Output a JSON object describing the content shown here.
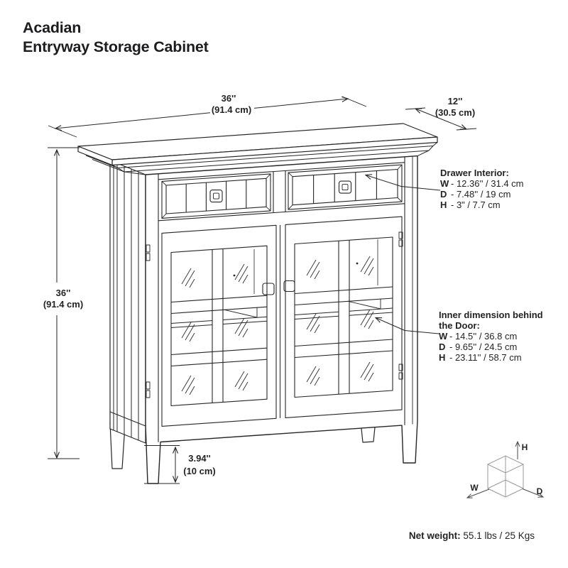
{
  "title": {
    "line1": "Acadian",
    "line2": "Entryway Storage Cabinet"
  },
  "dimensions": {
    "width": {
      "inches": "36''",
      "cm": "(91.4 cm)"
    },
    "depth": {
      "inches": "12''",
      "cm": "(30.5 cm)"
    },
    "height": {
      "inches": "36''",
      "cm": "(91.4 cm)"
    },
    "leg": {
      "inches": "3.94''",
      "cm": "(10 cm)"
    }
  },
  "callouts": {
    "drawer": {
      "heading": "Drawer Interior:",
      "rows": [
        {
          "k": "W",
          "v": "- 12.36'' / 31.4 cm"
        },
        {
          "k": "D",
          "v": "- 7.48'' / 19 cm"
        },
        {
          "k": "H",
          "v": "- 3\" / 7.7 cm"
        }
      ]
    },
    "door": {
      "heading1": "Inner dimension behind",
      "heading2": "the Door:",
      "rows": [
        {
          "k": "W",
          "v": "- 14.5'' / 36.8 cm"
        },
        {
          "k": "D",
          "v": "- 9.65'' / 24.5 cm"
        },
        {
          "k": "H",
          "v": "- 23.11'' / 58.7 cm"
        }
      ]
    }
  },
  "net_weight": {
    "label": "Net weight:",
    "value": "55.1 lbs / 25 Kgs"
  },
  "cube": {
    "w": "W",
    "d": "D",
    "h": "H"
  },
  "colors": {
    "line": "#262626",
    "cube_line": "#9a9a9a",
    "text": "#232323",
    "background": "#ffffff"
  }
}
